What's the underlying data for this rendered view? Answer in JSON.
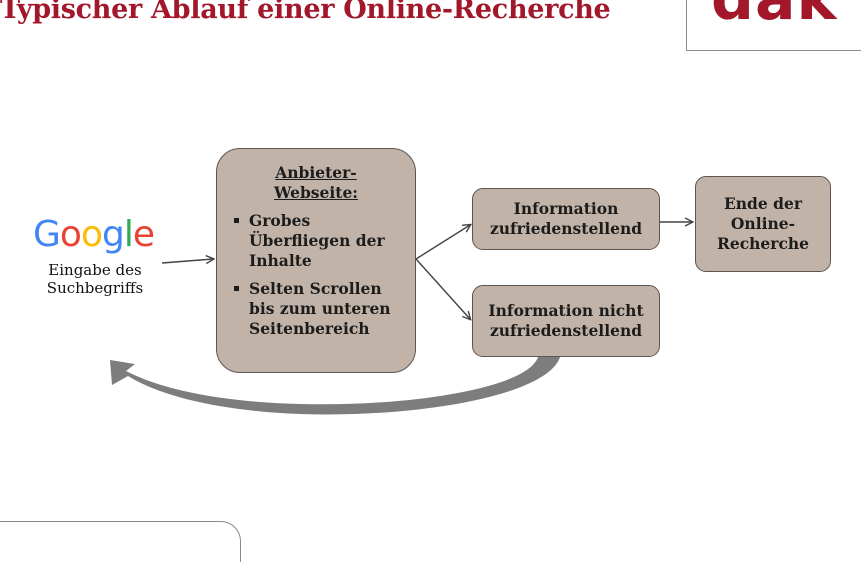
{
  "title": "Typischer Ablauf einer Online-Recherche",
  "logo": {
    "text": "dak",
    "color": "#a3172b"
  },
  "google": {
    "letters": [
      {
        "ch": "G",
        "color": "#4285F4"
      },
      {
        "ch": "o",
        "color": "#EA4335"
      },
      {
        "ch": "o",
        "color": "#FBBC05"
      },
      {
        "ch": "g",
        "color": "#4285F4"
      },
      {
        "ch": "l",
        "color": "#34A853"
      },
      {
        "ch": "e",
        "color": "#EA4335"
      }
    ],
    "caption_line1": "Eingabe des",
    "caption_line2": "Suchbegriffs"
  },
  "provider": {
    "title_line1": "Anbieter-",
    "title_line2": "Webseite:",
    "bullets": [
      [
        "Grobes",
        "Überfliegen der",
        "Inhalte"
      ],
      [
        "Selten Scrollen",
        "bis zum unteren",
        "Seitenbereich"
      ]
    ]
  },
  "satisfied": {
    "line1": "Information",
    "line2": "zufriedenstellend"
  },
  "unsatisfied": {
    "line1": "Information nicht",
    "line2": "zufriedenstellend"
  },
  "end": {
    "line1": "Ende der",
    "line2": "Online-",
    "line3": "Recherche"
  },
  "colors": {
    "box_fill": "#c2b3a8",
    "box_border": "#5e5450",
    "loop_arrow": "#7d7d7d",
    "title": "#a3172b"
  }
}
